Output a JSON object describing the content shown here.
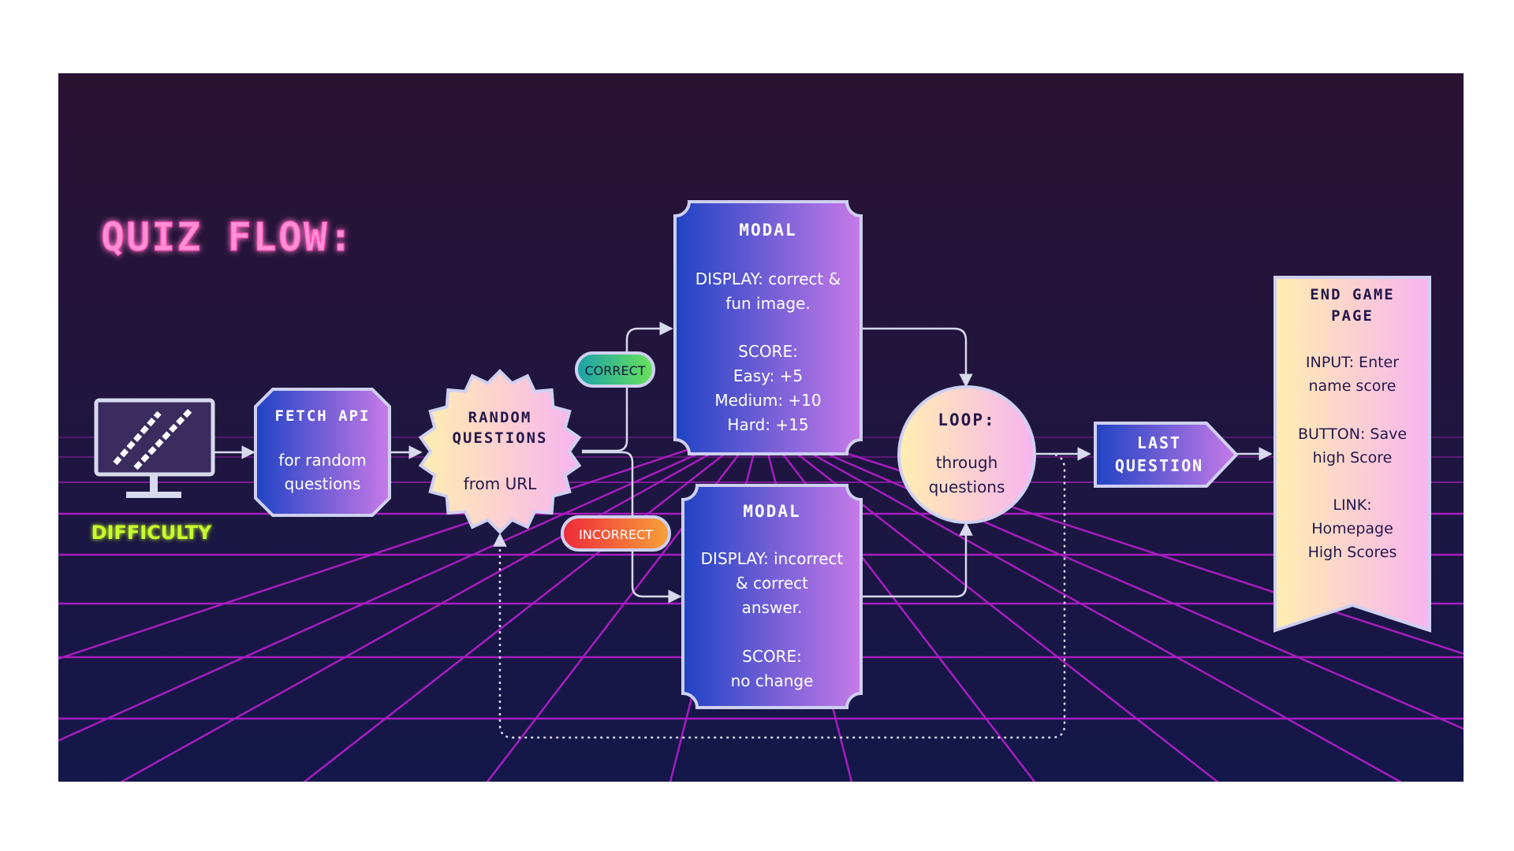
{
  "title": "QUIZ FLOW:",
  "monitor": {
    "label": "DIFFICULTY",
    "icon": "monitor-icon"
  },
  "fetch_api": {
    "title": "FETCH API",
    "line1": "for random",
    "line2": "questions"
  },
  "random_questions": {
    "title1": "RANDOM",
    "title2": "QUESTIONS",
    "body": "from URL"
  },
  "badges": {
    "correct": "CORRECT",
    "incorrect": "INCORRECT"
  },
  "modal_correct": {
    "title": "MODAL",
    "display1": "DISPLAY: correct &",
    "display2": "fun image.",
    "score_label": "SCORE:",
    "easy": "Easy: +5",
    "medium": "Medium: +10",
    "hard": "Hard: +15"
  },
  "modal_incorrect": {
    "title": "MODAL",
    "display1": "DISPLAY: incorrect",
    "display2": "& correct",
    "display3": "answer.",
    "score_label": "SCORE:",
    "score_value": "no change"
  },
  "loop": {
    "title": "LOOP:",
    "line1": "through",
    "line2": "questions"
  },
  "last_question": {
    "line1": "LAST",
    "line2": "QUESTION"
  },
  "end_game": {
    "title1": "END GAME",
    "title2": "PAGE",
    "input1": "INPUT: Enter",
    "input2": "name score",
    "button1": "BUTTON: Save",
    "button2": "high Score",
    "link1": "LINK:",
    "link2": "Homepage",
    "link3": "High Scores"
  },
  "colors": {
    "background_top": "#2b1233",
    "background_bottom": "#14174a",
    "grid": "#c21fd6",
    "title_pink": "#ff6fc8",
    "difficulty_green": "#c8ff2a",
    "box_blue": "#1f43c4",
    "box_purple": "#c77ae8",
    "pastel_yellow": "#ffeeb0",
    "pastel_pink": "#f8b4f0",
    "correct_badge": "#36c08a",
    "incorrect_badge": "#f24836"
  }
}
